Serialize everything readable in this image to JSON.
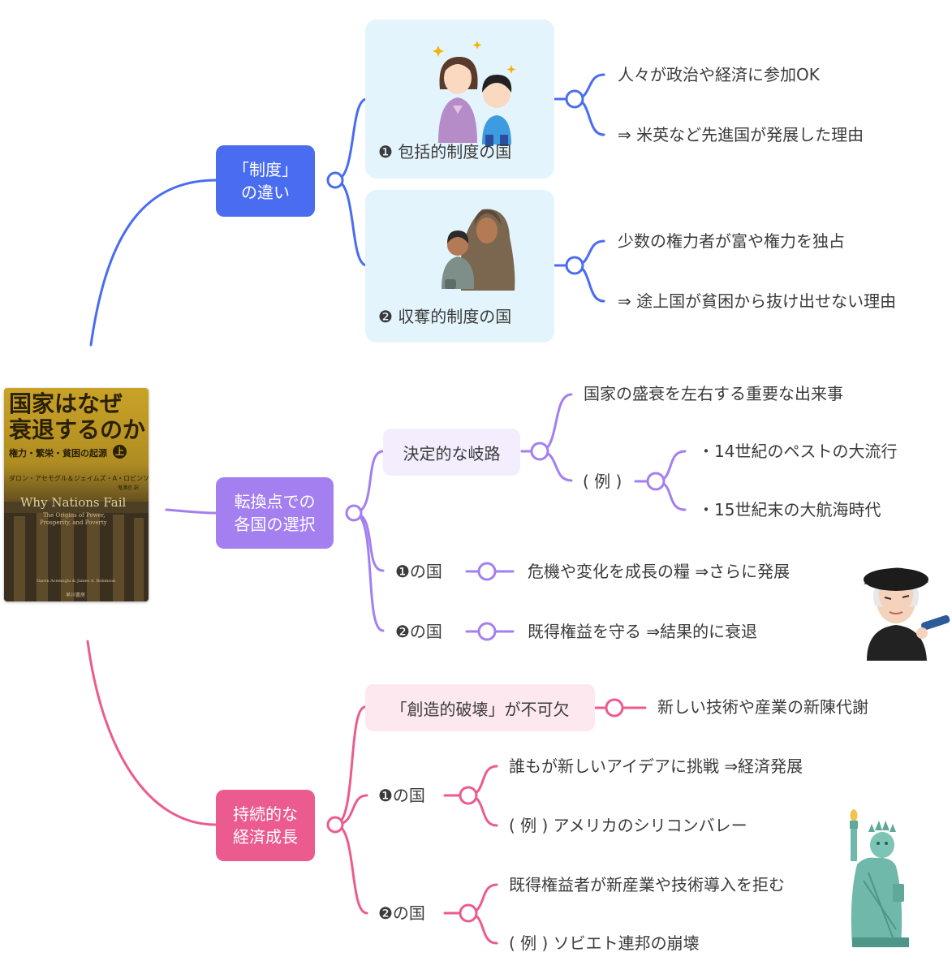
{
  "colors": {
    "blue": "#4a6cf0",
    "purple": "#a37ff0",
    "pink": "#eb5b8f",
    "card": "#e3f4fc",
    "purple_pill": "#f3edfd",
    "pink_pill": "#fde8ef"
  },
  "book": {
    "title_line1": "国家はなぜ",
    "title_line2": "衰退するのか",
    "subtitle": "権力・繁栄・貧困の起源",
    "volume": "上",
    "authors": "ダロン・アセモグル＆ジェイムズ・A・ロビンソン",
    "translator_note": "鬼澤忍 訳",
    "english_title": "Why Nations Fail",
    "english_subtitle_1": "The Origins of Power,",
    "english_subtitle_2": "Prosperity, and Poverty",
    "english_authors": "Daron Acemoglu & James A. Robinson",
    "publisher": "早川書房"
  },
  "branch1": {
    "label_line1": "「制度」",
    "label_line2": "の違い",
    "inclusive": {
      "title": "❶ 包括的制度の国",
      "leaf1": "人々が政治や経済に参加OK",
      "leaf2": "⇒ 米英など先進国が発展した理由",
      "illustration": "mother-and-child-illustration"
    },
    "extractive": {
      "title": "❷ 収奪的制度の国",
      "leaf1": "少数の権力者が富や権力を独占",
      "leaf2": "⇒ 途上国が貧困から抜け出せない理由",
      "illustration": "poor-mother-and-child-illustration"
    }
  },
  "branch2": {
    "label_line1": "転換点での",
    "label_line2": "各国の選択",
    "decisive": {
      "label": "決定的な岐路",
      "leaf1": "国家の盛衰を左右する重要な出来事",
      "example_label": "( 例 )",
      "example1": "・14世紀のペストの大流行",
      "example2": "・15世紀末の大航海時代"
    },
    "country1": {
      "label": "❶の国",
      "leaf": "危機や変化を成長の糧 ⇒さらに発展"
    },
    "country2": {
      "label": "❷の国",
      "leaf": "既得権益を守る ⇒結果的に衰退"
    },
    "illustration": "explorer-with-telescope-illustration"
  },
  "branch3": {
    "label_line1": "持続的な",
    "label_line2": "経済成長",
    "creative": {
      "label": "「創造的破壊」が不可欠",
      "leaf": "新しい技術や産業の新陳代謝"
    },
    "country1": {
      "label": "❶の国",
      "leaf1": "誰もが新しいアイデアに挑戦 ⇒経済発展",
      "leaf2": "( 例 ) アメリカのシリコンバレー"
    },
    "country2": {
      "label": "❷の国",
      "leaf1": "既得権益者が新産業や技術導入を拒む",
      "leaf2": "( 例 ) ソビエト連邦の崩壊"
    },
    "illustration": "statue-of-liberty-illustration"
  }
}
